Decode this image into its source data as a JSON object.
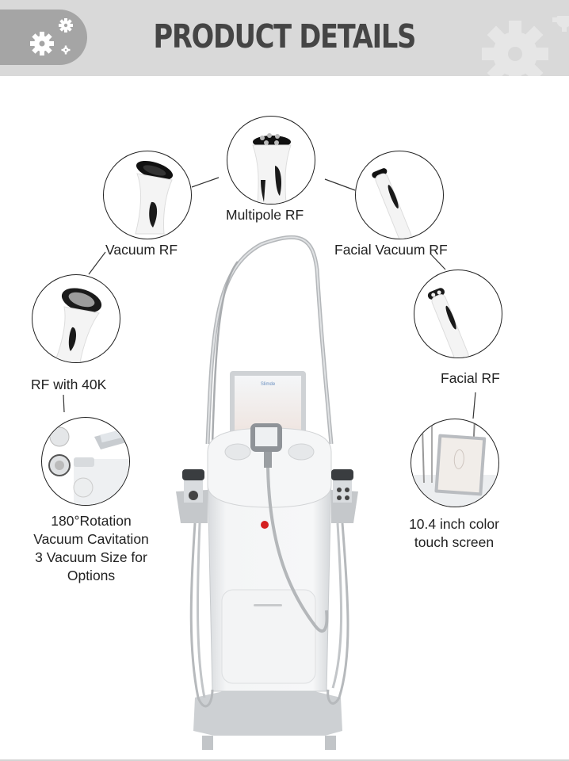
{
  "banner": {
    "title": "PRODUCT DETAILS",
    "background_color": "#d9d9d9",
    "pill_color": "#a5a5a5",
    "title_color": "#454545",
    "icons": [
      "gears-icon",
      "gear-watermark-icon"
    ]
  },
  "features": [
    {
      "id": "vacuum-rf",
      "label": "Vacuum RF",
      "image": "vacuum-rf-handpiece"
    },
    {
      "id": "multipole-rf",
      "label": "Multipole RF",
      "image": "multipole-rf-handpiece"
    },
    {
      "id": "facial-vacuum-rf",
      "label": "Facial Vacuum RF",
      "image": "facial-vacuum-rf-handpiece"
    },
    {
      "id": "rf-40k",
      "label": "RF with 40K",
      "image": "rf-40k-handpiece"
    },
    {
      "id": "facial-rf",
      "label": "Facial RF",
      "image": "facial-rf-handpiece"
    },
    {
      "id": "cavitation",
      "label_lines": [
        "180°Rotation",
        "Vacuum Cavitation",
        "3 Vacuum Size for",
        "Options"
      ],
      "image": "vacuum-cavitation-heads"
    },
    {
      "id": "touch-screen",
      "label_lines": [
        "10.4 inch color",
        "touch screen"
      ],
      "image": "touch-screen-closeup"
    }
  ],
  "machine": {
    "screen_logo": "Slimde",
    "indicator_color": "#d42020"
  }
}
